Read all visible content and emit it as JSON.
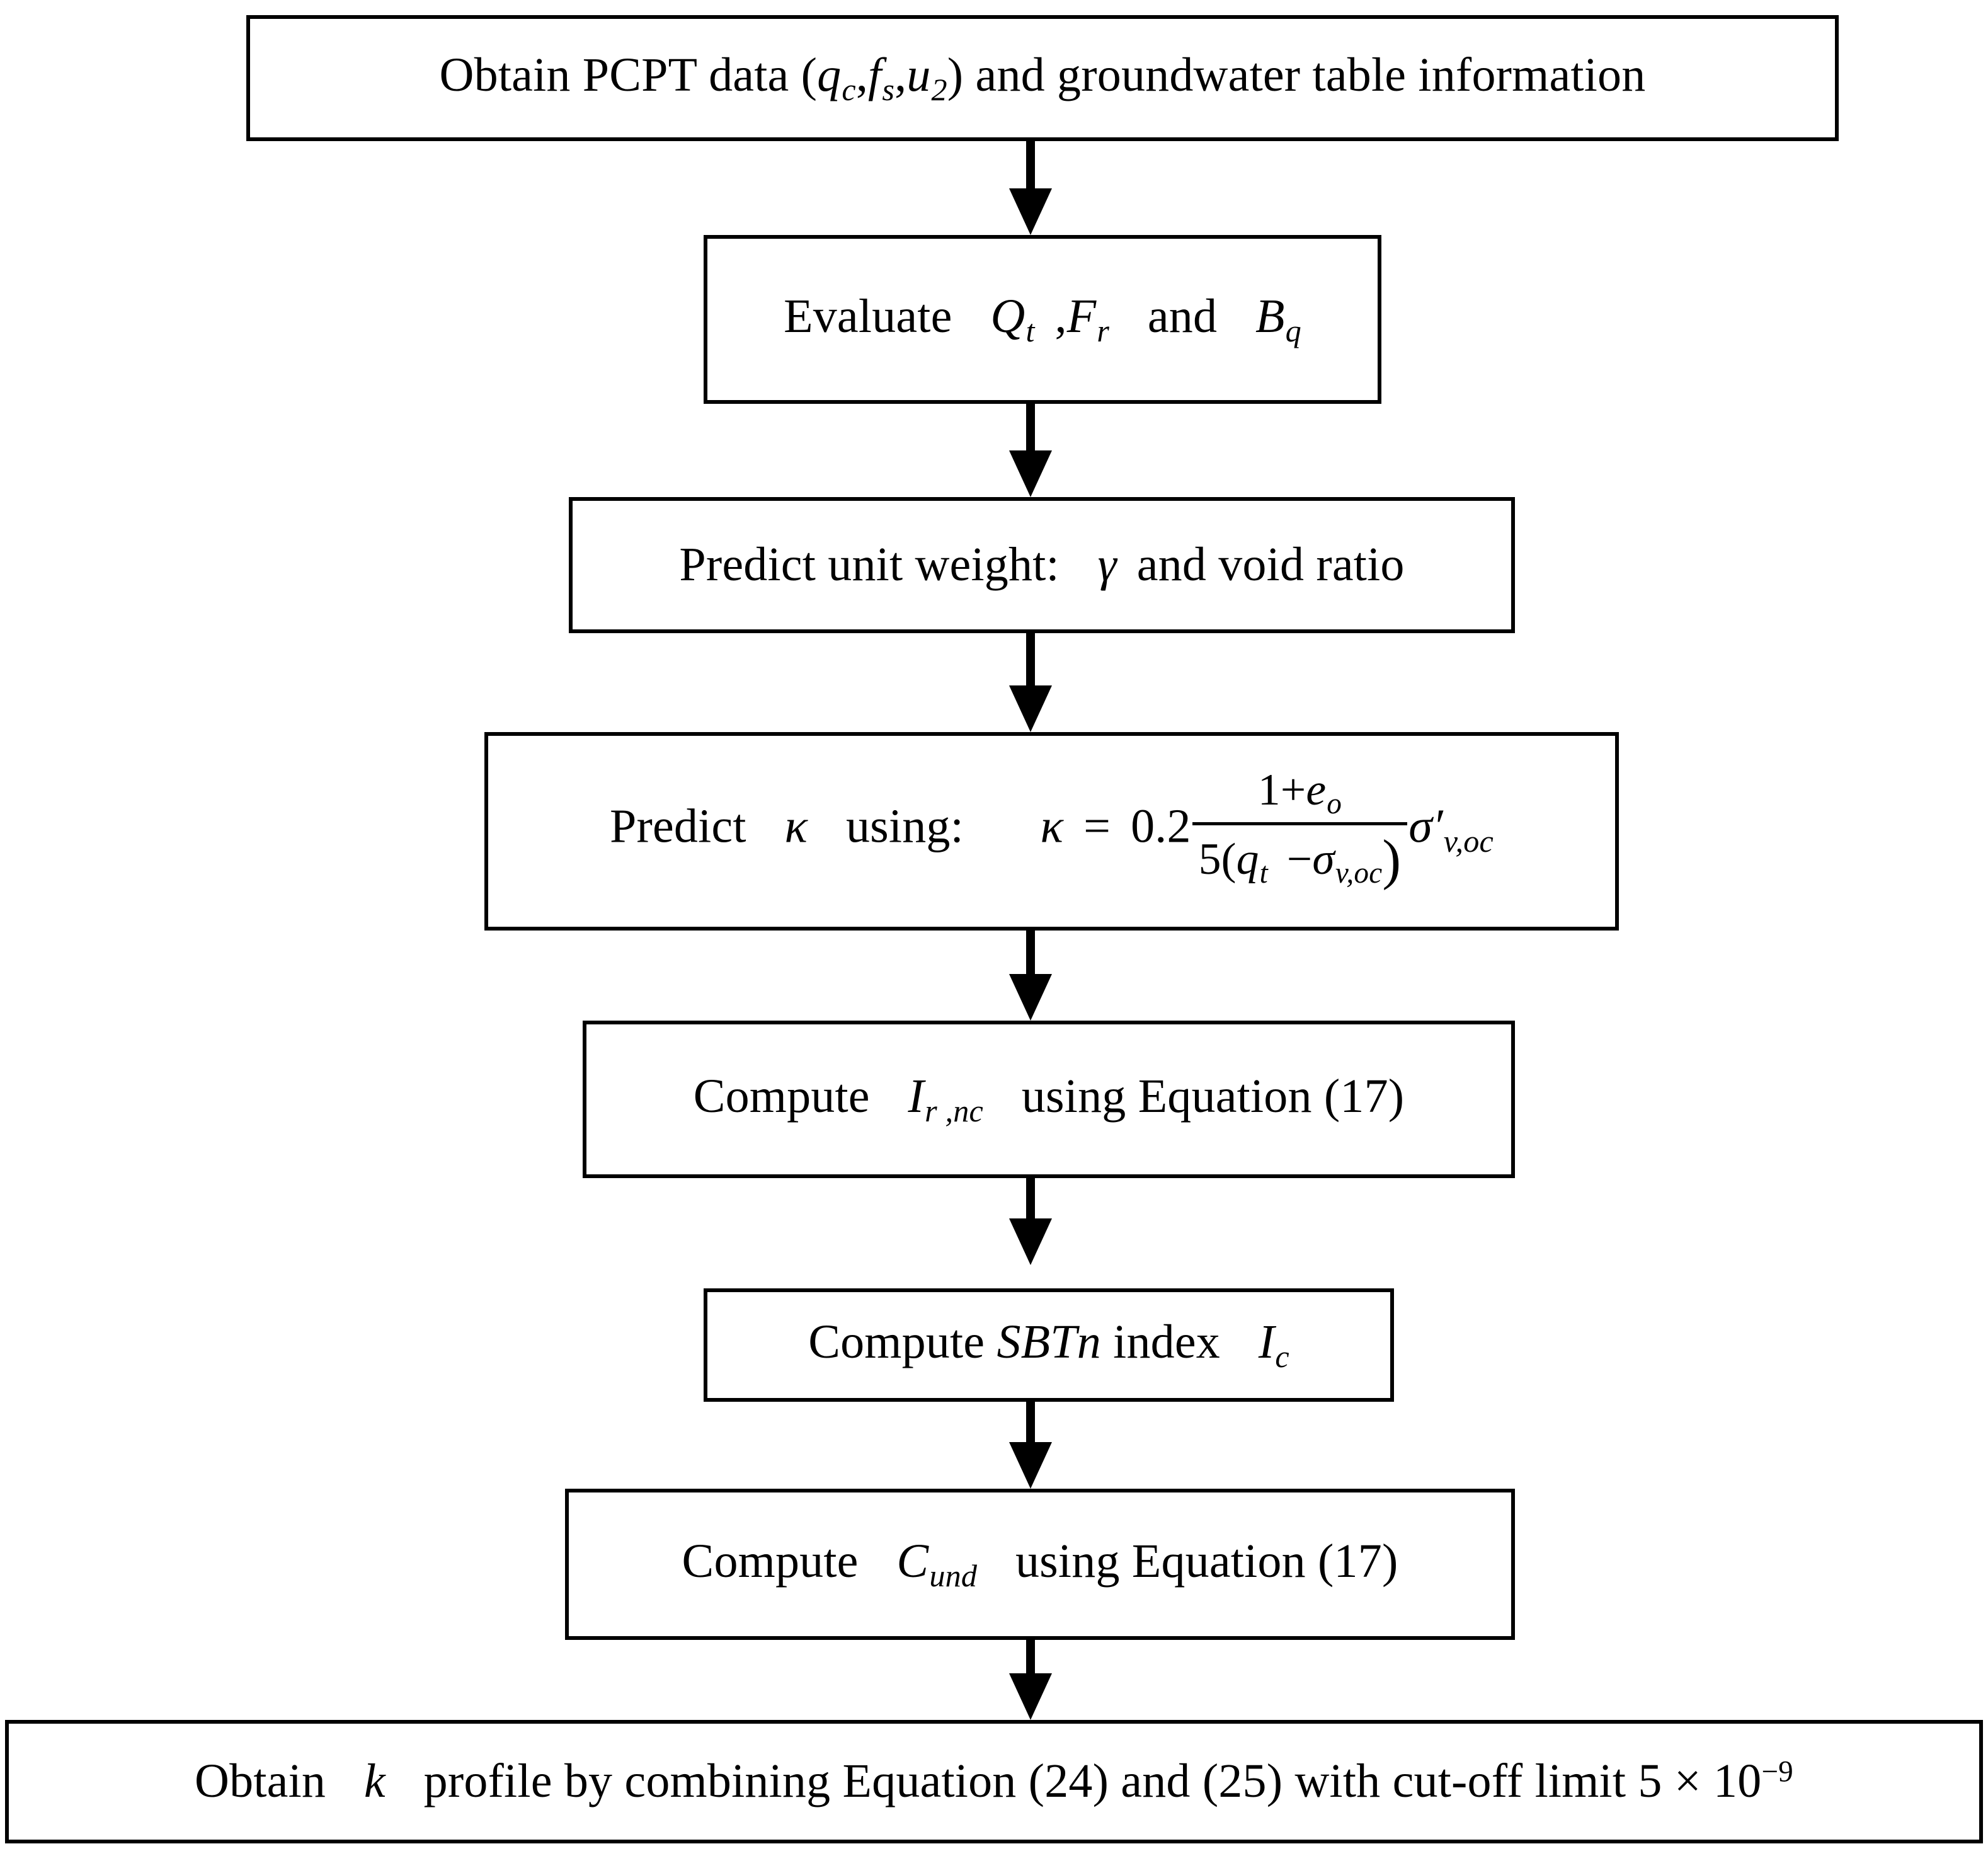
{
  "diagram": {
    "title": "PCPT-based permeability profile workflow",
    "background_color": "#ffffff",
    "line_color": "#000000",
    "nodes": [
      {
        "id": "obtain-pcpt-data",
        "text_plain": "Obtain PCPT data ( qc , fs , u2 ) and groundwater table information",
        "lead": "Obtain PCPT data (",
        "var1": "q",
        "var1_sub": "c",
        "var2": "f",
        "var2_sub": "s",
        "var3": "u",
        "var3_sub": "2",
        "tail": ") and groundwater table information"
      },
      {
        "id": "evaluate-qt-fr-bq",
        "text_plain": "Evaluate Qt , Fr and Bq",
        "lead": "Evaluate",
        "var1": "Q",
        "var1_sub": "t",
        "var2": "F",
        "var2_sub": "r",
        "mid": "and",
        "var3": "B",
        "var3_sub": "q"
      },
      {
        "id": "predict-unit-weight",
        "text_plain": "Predict unit weight: γ and void ratio",
        "lead": "Predict unit weight:",
        "symbol": "γ",
        "tail": "and void ratio"
      },
      {
        "id": "predict-kappa",
        "text_plain": "Predict κ using: κ = 0.2 (1+eo) / (5(qt − σv,oc)) σ'v,oc",
        "lead": "Predict",
        "symbol": "κ",
        "mid": "using:",
        "eq_lhs": "κ",
        "eq_sign": "=",
        "eq_coeff": "0.2",
        "frac_num_a": "1+",
        "frac_num_var": "e",
        "frac_num_sub": "o",
        "frac_den_a": "5(",
        "frac_den_var1": "q",
        "frac_den_var1_sub": "t",
        "frac_den_op": "−",
        "frac_den_var2": "σ",
        "frac_den_var2_sub": "v,oc",
        "frac_den_b": ")",
        "eq_rhs_var": "σ′",
        "eq_rhs_sub": "v,oc"
      },
      {
        "id": "compute-ir-nc",
        "text_plain": "Compute Ir,nc using Equation (17)",
        "lead": "Compute",
        "var1": "I",
        "var1_sub": "r ,nc",
        "tail": "using Equation (17)"
      },
      {
        "id": "compute-sbtn-index",
        "text_plain": "Compute SBTn index Ic",
        "lead": "Compute",
        "italic_term": "SBTn",
        "mid": "index",
        "var1": "I",
        "var1_sub": "c"
      },
      {
        "id": "compute-cund",
        "text_plain": "Compute Cund using Equation (17)",
        "lead": "Compute",
        "var1": "C",
        "var1_sub": "und",
        "tail": "using Equation (17)"
      },
      {
        "id": "obtain-k-profile",
        "text_plain": "Obtain k profile by combining Equation (24) and (25) with cut-off limit 5 × 10−9",
        "lead": "Obtain",
        "symbol": "k",
        "tail": "profile by combining Equation (24) and (25) with cut-off limit 5 × 10",
        "exponent": "−9"
      }
    ],
    "connectors": [
      {
        "id": "arrow-1",
        "from": "obtain-pcpt-data",
        "to": "evaluate-qt-fr-bq",
        "style": "solid-down-arrow"
      },
      {
        "id": "arrow-2",
        "from": "evaluate-qt-fr-bq",
        "to": "predict-unit-weight",
        "style": "solid-down-arrow"
      },
      {
        "id": "arrow-3",
        "from": "predict-unit-weight",
        "to": "predict-kappa",
        "style": "solid-down-arrow"
      },
      {
        "id": "arrow-4",
        "from": "predict-kappa",
        "to": "compute-ir-nc",
        "style": "solid-down-arrow"
      },
      {
        "id": "arrow-5",
        "from": "compute-ir-nc",
        "to": "compute-sbtn-index",
        "style": "solid-down-arrow"
      },
      {
        "id": "arrow-6",
        "from": "compute-sbtn-index",
        "to": "compute-cund",
        "style": "solid-down-arrow"
      },
      {
        "id": "arrow-7",
        "from": "compute-cund",
        "to": "obtain-k-profile",
        "style": "solid-down-arrow"
      }
    ]
  }
}
